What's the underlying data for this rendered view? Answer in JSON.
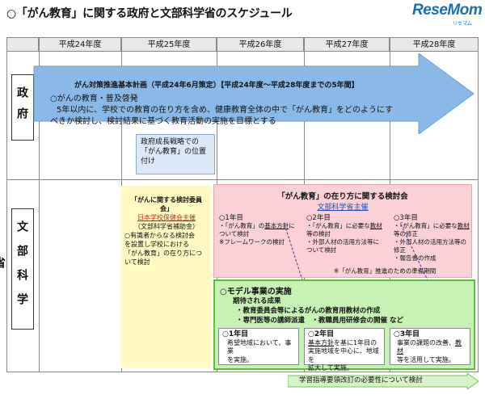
{
  "title": "○「がん教育」に関する政府と文部科学省のスケジュール",
  "logo": {
    "text": "ReseMom",
    "sub": "リセマム"
  },
  "years": [
    "平成24年度",
    "平成25年度",
    "平成26年度",
    "平成27年度",
    "平成28年度"
  ],
  "rows": {
    "gov": "政府",
    "monka": "文部科学省"
  },
  "gov": {
    "arrow_title": "がん対策推進基本計画（平成24年6月策定）【平成24年度〜平成28年度までの5年間】",
    "line1": "○がんの教育・普及啓発",
    "line2": "5年以内に、学校での教育の在り方を含め、健康教育全体の中で「がん教育」をどのようにす",
    "line3": "べきか検討し、検討結果に基づく教育活動の実施を目標とする",
    "box_l1": "政府成長戦略での",
    "box_l2": "「がん教育」の位置",
    "box_l3": "付け"
  },
  "yellow": {
    "title_l1": "「がんに関する検討委員",
    "title_l2": "会」",
    "sponsor": "日本学校保健会主催",
    "subsidy": "（文部科学省補助金）",
    "desc_l1": "○有識者からなる検討会",
    "desc_l2": "を設置し学校における",
    "desc_l3": "「がん教育」の在り方につ",
    "desc_l4": "いて検討"
  },
  "pink": {
    "title": "「がん教育」の在り方に関する検討会",
    "sponsor": "文部科学省主催",
    "y1_head": "○1年目",
    "y1_l1a": "・「がん教育」の",
    "y1_l1b": "基本方針",
    "y1_l1c": "に",
    "y1_l2": "ついて検討",
    "y1_l3": "※フレームワークの検討",
    "y2_head": "○2年目",
    "y2_l1a": "・「がん教育」に必要な",
    "y2_l1b": "教材",
    "y2_l2": "等の検討",
    "y2_l3": "・外部人材の活用方法等に",
    "y2_l4": "ついて検討",
    "y3_head": "○3年目",
    "y3_l1a": "・「がん教育」に必要な",
    "y3_l1b": "教材",
    "y3_l2": "等の修正",
    "y3_l3": "・外部人材の活用方法等の",
    "y3_l4": "修正",
    "y3_l5": "・報告書の作成",
    "note": "※「がん教育」推進のための準備期間"
  },
  "green": {
    "title": "○モデル事業の実施",
    "expected": "期待される成果",
    "e1": "・教育委員会等によるがんの教育用教材の作成",
    "e2": "・専門医等の講師派遣　・教職員用研修会の開催 など",
    "y1_head": "○1年目",
    "y1_l1": "希望地域において、事業",
    "y1_l2": "を実施。",
    "y2_head": "○2年目",
    "y2_l1a": "基本方針",
    "y2_l1b": "を基に1年目の",
    "y2_l2": "実施地域を中心に、地域を",
    "y2_l3": "拡大して実施。",
    "y3_head": "○3年目",
    "y3_l1a": "事業の課題の改善、",
    "y3_l1b": "教材",
    "y3_l2": "等を活用して実施。"
  },
  "bottom_arrow": "学習指導要領改訂の必要性について検討",
  "colors": {
    "arrow": "#7fb2e6",
    "yellow": "#fff9c4",
    "pink": "#fbd0d6",
    "green": "#c8f1b6",
    "accent_red": "#d12020",
    "accent_blue": "#1a4fb5"
  }
}
